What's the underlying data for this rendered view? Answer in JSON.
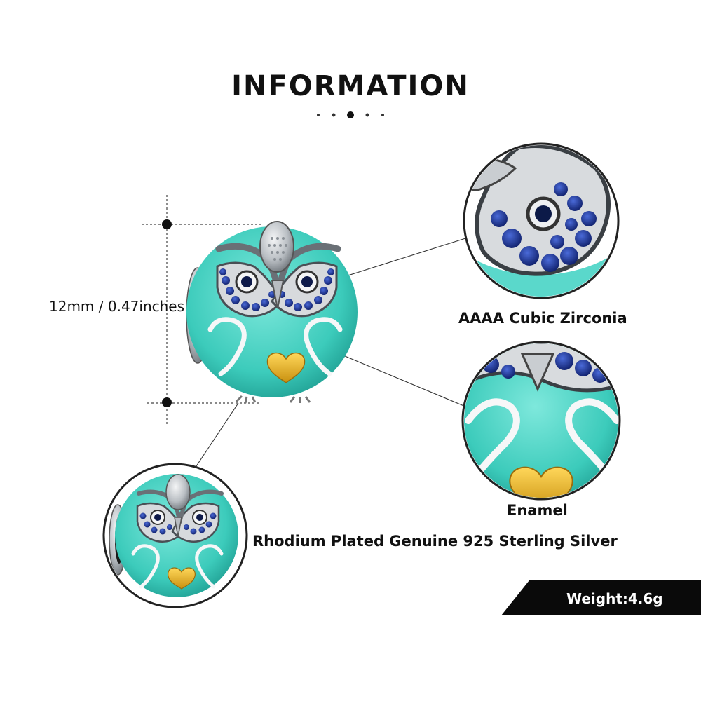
{
  "header": {
    "title": "INFORMATION"
  },
  "dimension": {
    "label": "12mm / 0.47inches"
  },
  "features": {
    "zirconia": "AAAA Cubic Zirconia",
    "enamel": "Enamel",
    "material": "Rhodium Plated Genuine 925 Sterling Silver"
  },
  "badge": {
    "weight": "Weight:4.6g"
  },
  "colors": {
    "enamel": "#4fd6c8",
    "silver": "#c8ccd0",
    "zirconia": "#1e3aa8",
    "gold": "#e6b422",
    "badge": "#0a0a0a"
  }
}
